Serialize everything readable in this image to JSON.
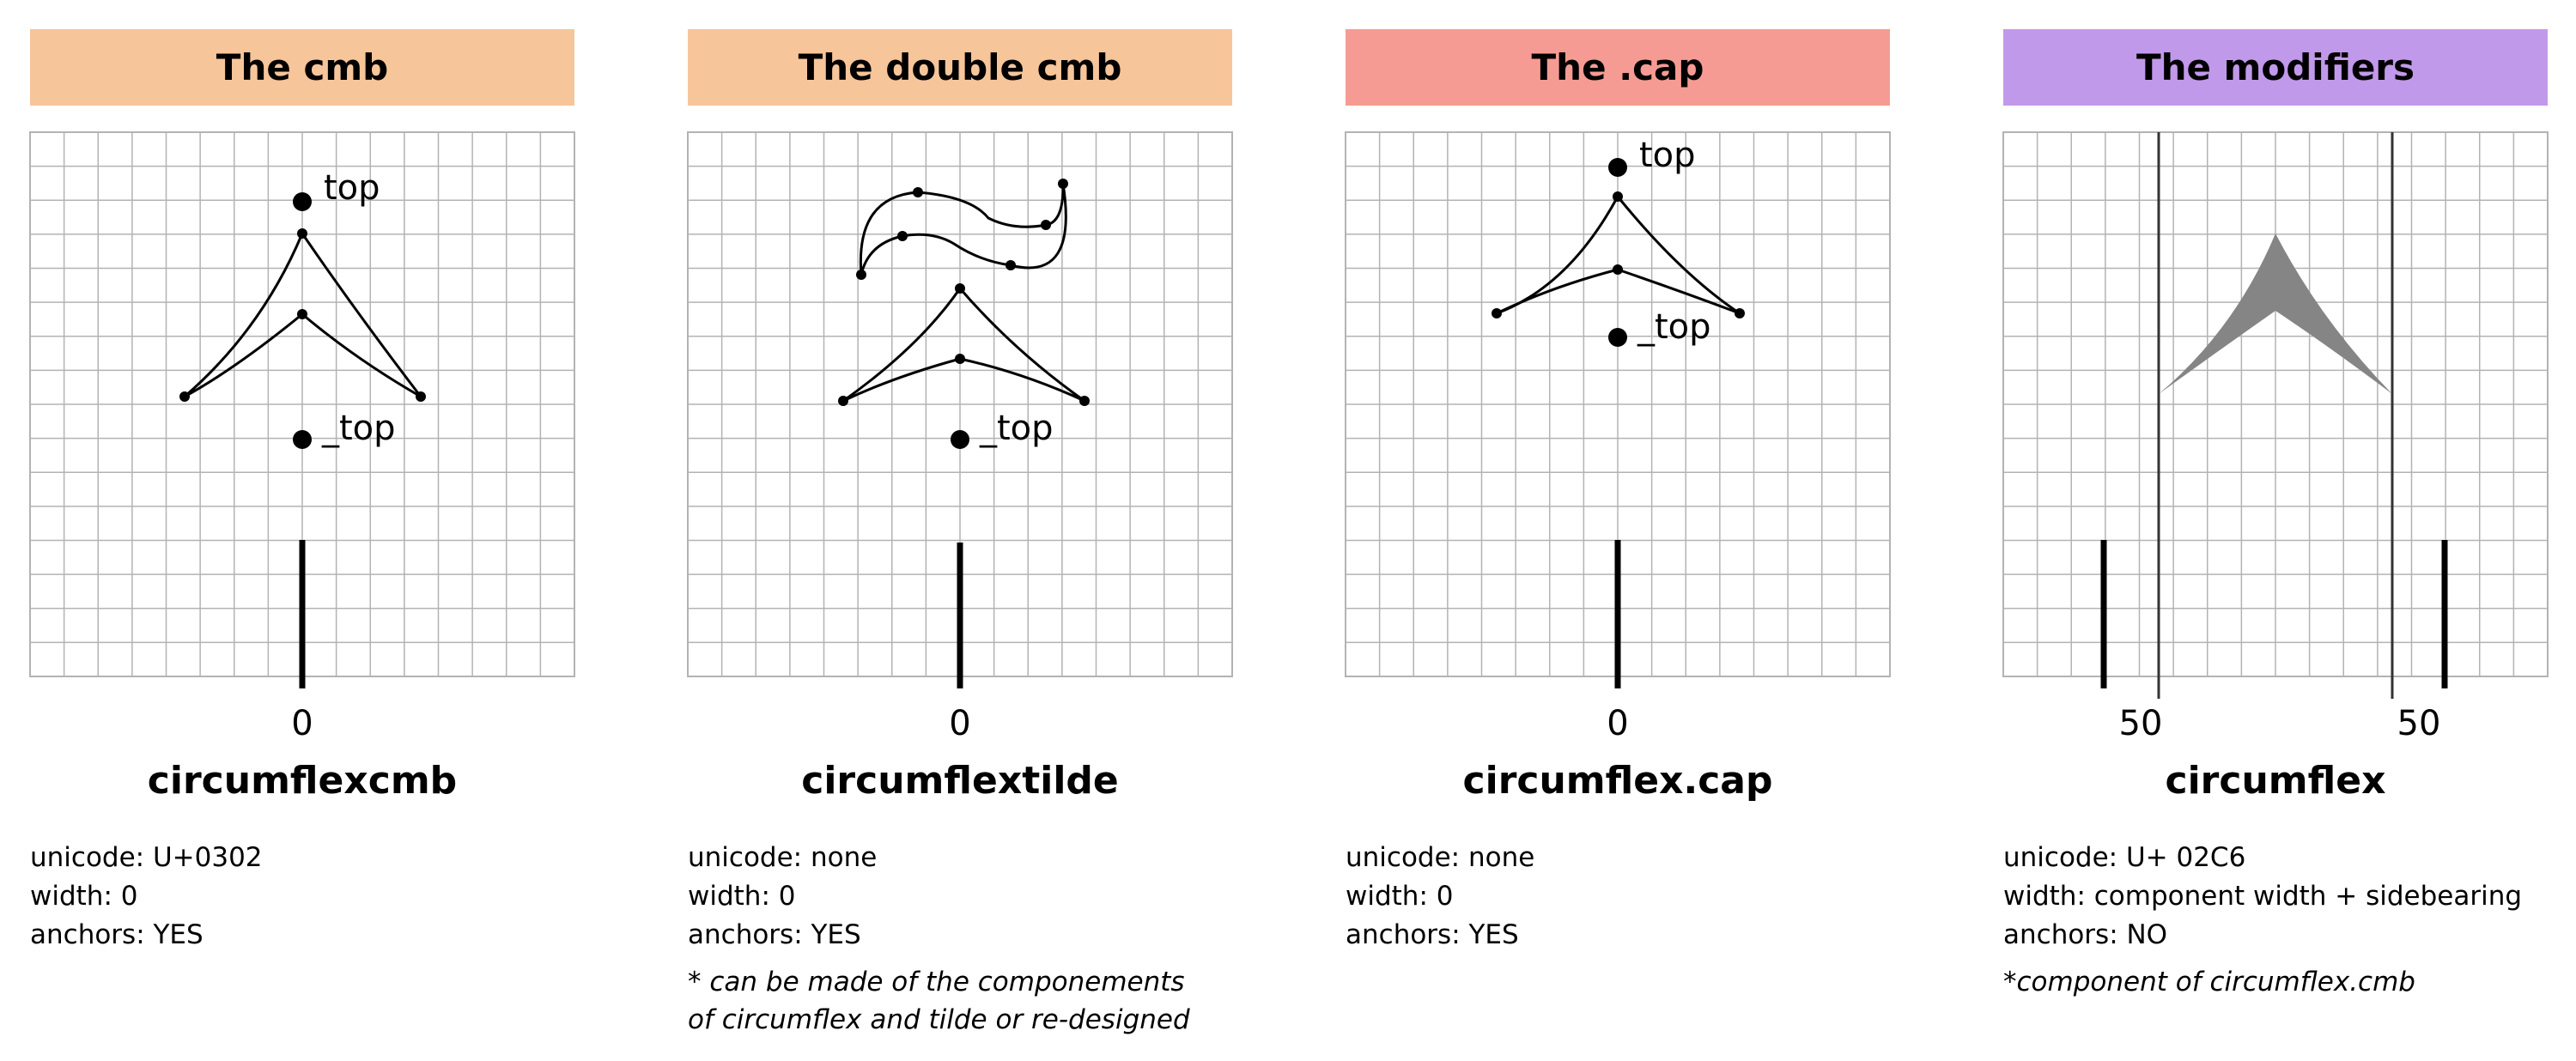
{
  "panels": [
    {
      "header": "The cmb",
      "header_color": "#f7c59a",
      "glyph_name": "circumflexcmb",
      "axis_label": "0",
      "anchor_top": "top",
      "anchor_under": "_top",
      "unicode": "unicode: U+0302",
      "width": "width: 0",
      "anchors": "anchors: YES",
      "note": ""
    },
    {
      "header": "The double cmb",
      "header_color": "#f7c59a",
      "glyph_name": "circumflextilde",
      "axis_label": "0",
      "anchor_under": "_top",
      "unicode": "unicode: none",
      "width": "width: 0",
      "anchors": "anchors: YES",
      "note_line1": "* can be made of the componements",
      "note_line2": "of circumflex and tilde or re-designed"
    },
    {
      "header": "The .cap",
      "header_color": "#f69b93",
      "glyph_name": "circumflex.cap",
      "axis_label": "0",
      "anchor_top": "top",
      "anchor_under": "_top",
      "unicode": "unicode: none",
      "width": "width: 0",
      "anchors": "anchors: YES"
    },
    {
      "header": "The modifiers",
      "header_color": "#c199ea",
      "glyph_name": "circumflex",
      "axis_label_left": "50",
      "axis_label_right": "50",
      "unicode": "unicode: U+ 02C6",
      "width": "width: component width + sidebearing",
      "anchors": "anchors: NO",
      "note": "*component of circumflex.cmb",
      "fill_color": "#858585"
    }
  ],
  "colors": {
    "grid": "#b3b3b3",
    "stroke": "#000000"
  }
}
